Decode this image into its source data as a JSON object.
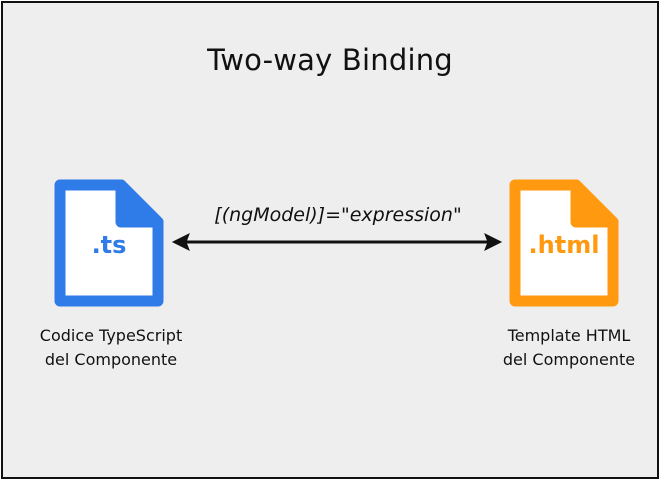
{
  "title": "Two-way Binding",
  "binding_label": "[(ngModel)]=\"expression\"",
  "left_file": {
    "extension": ".ts",
    "color": "#2f7be8",
    "caption_line1": "Codice TypeScript",
    "caption_line2": "del Componente"
  },
  "right_file": {
    "extension": ".html",
    "color": "#ff9a10",
    "caption_line1": "Template HTML",
    "caption_line2": "del Componente"
  },
  "arrow": {
    "direction": "bidirectional",
    "color": "#111111"
  }
}
